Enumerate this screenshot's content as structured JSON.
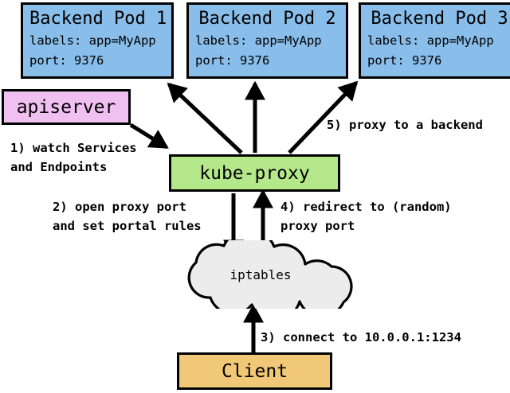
{
  "diagram": {
    "title": "Kubernetes kube-proxy iptables proxy mode",
    "colors": {
      "pod_fill": "#89BDEA",
      "apiserver_fill": "#F0C0F0",
      "kube_proxy_fill": "#B4E88A",
      "client_fill": "#F0C878",
      "cloud_fill": "#ECECEC",
      "stroke": "#000000"
    }
  },
  "pods": [
    {
      "title": "Backend Pod 1",
      "labels_line": "labels: app=MyApp",
      "port_line": "port: 9376"
    },
    {
      "title": "Backend Pod 2",
      "labels_line": "labels: app=MyApp",
      "port_line": "port: 9376"
    },
    {
      "title": "Backend Pod 3",
      "labels_line": "labels: app=MyApp",
      "port_line": "port: 9376"
    }
  ],
  "nodes": {
    "apiserver": "apiserver",
    "kube_proxy": "kube-proxy",
    "iptables": "iptables",
    "client": "Client"
  },
  "steps": {
    "step1_line1": "1) watch Services",
    "step1_line2": "and Endpoints",
    "step2_line1": "2) open proxy port",
    "step2_line2": "and set portal rules",
    "step3": "3) connect to 10.0.0.1:1234",
    "step4_line1": "4) redirect to (random)",
    "step4_line2": "proxy port",
    "step5": "5) proxy to a backend"
  }
}
